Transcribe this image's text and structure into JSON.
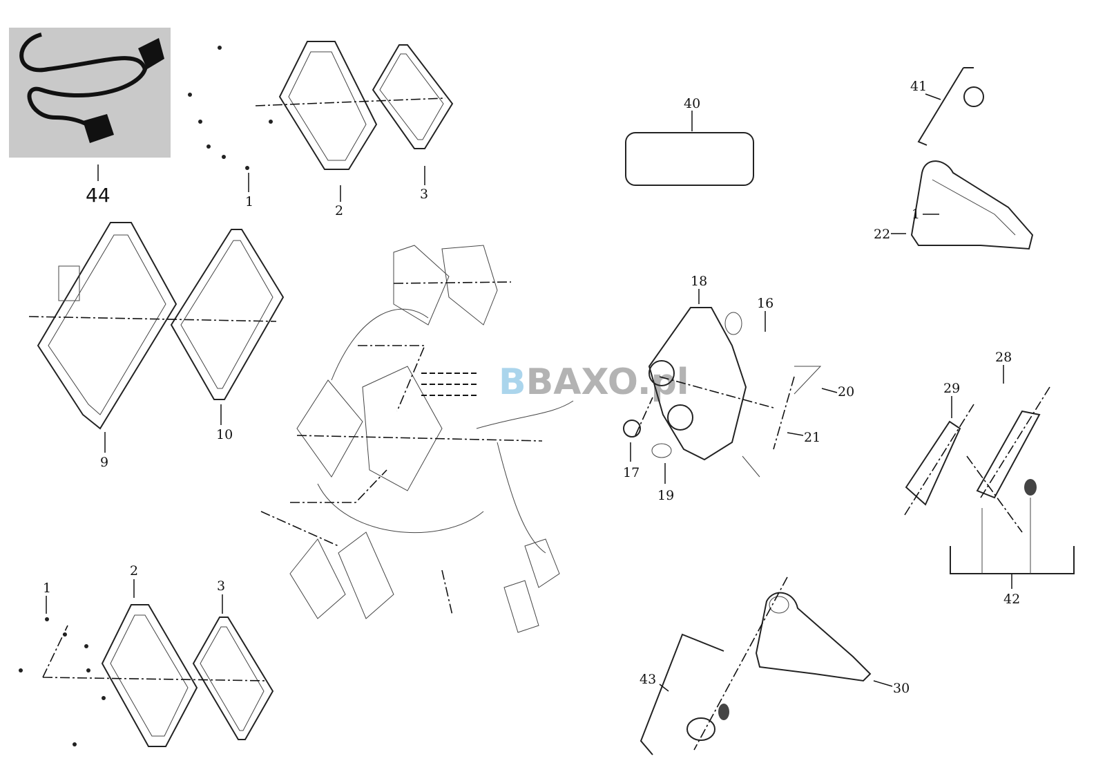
{
  "labels": [
    "44",
    "1",
    "2",
    "3",
    "40",
    "41",
    "1",
    "22",
    "9",
    "10",
    "18",
    "16",
    "20",
    "21",
    "17",
    "19",
    "28",
    "29",
    "42",
    "2",
    "1",
    "3",
    "43",
    "30"
  ],
  "watermark": "BAXO.pl",
  "colors": {
    "watermark_gray": "#9a9a9a",
    "watermark_blue": "#8fc7e6",
    "line": "#222222"
  }
}
